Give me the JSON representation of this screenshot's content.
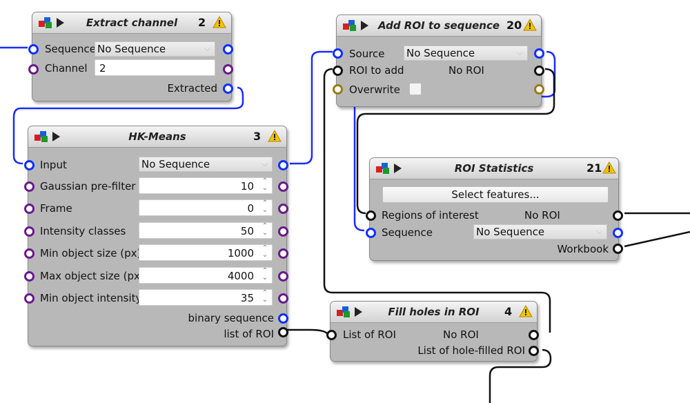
{
  "colors": {
    "wire_blue": "#1a2bff",
    "wire_black": "#111111",
    "box_bg": "#b8b8b8",
    "warn": "#f2c200"
  },
  "icons": [
    "blocks-icon",
    "play-icon",
    "warning-icon",
    "arrow-port-icon",
    "spinner-icon",
    "chevron-down-icon"
  ],
  "extract": {
    "title": "Extract channel",
    "count": "2",
    "sequence_label": "Sequence",
    "sequence_value": "No Sequence",
    "channel_label": "Channel",
    "channel_value": "2",
    "extracted_label": "Extracted"
  },
  "hkmeans": {
    "title": "HK-Means",
    "count": "3",
    "input_label": "Input",
    "input_value": "No Sequence",
    "params": [
      {
        "label": "Gaussian pre-filter",
        "value": "10"
      },
      {
        "label": "Frame",
        "value": "0"
      },
      {
        "label": "Intensity classes",
        "value": "50"
      },
      {
        "label": "Min object size (px)",
        "value": "1000"
      },
      {
        "label": "Max object size (px)",
        "value": "4000"
      },
      {
        "label": "Min object intensity",
        "value": "35"
      }
    ],
    "binary_label": "binary sequence",
    "roi_label": "list of ROI"
  },
  "addroi": {
    "title": "Add ROI to sequence",
    "count": "20",
    "source_label": "Source",
    "source_value": "No Sequence",
    "roi_label": "ROI to add",
    "roi_value": "No ROI",
    "overwrite_label": "Overwrite"
  },
  "stats": {
    "title": "ROI Statistics",
    "count": "21",
    "select_button": "Select features...",
    "regions_label": "Regions of interest",
    "regions_value": "No ROI",
    "sequence_label": "Sequence",
    "sequence_value": "No Sequence",
    "workbook_label": "Workbook"
  },
  "fill": {
    "title": "Fill holes in ROI",
    "count": "4",
    "list_label": "List of ROI",
    "list_value": "No ROI",
    "out_label": "List of hole-filled ROI"
  }
}
